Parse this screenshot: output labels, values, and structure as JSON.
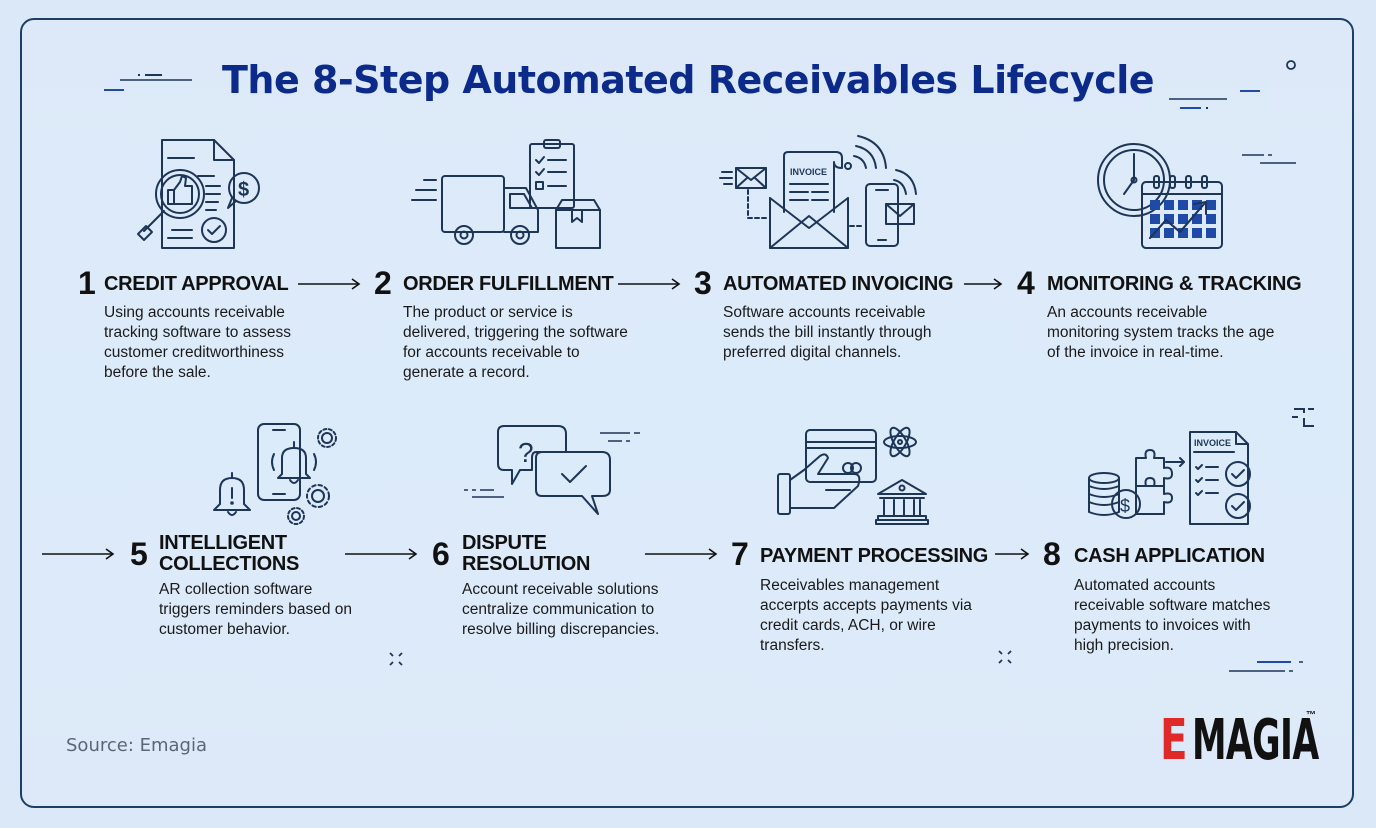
{
  "title": "The 8-Step Automated Receivables Lifecycle",
  "colors": {
    "title": "#0b2a8a",
    "frame_border": "#1d3f66",
    "background": "#dbe8f7",
    "icon_stroke": "#1d3557",
    "icon_accent": "#1f4aa8",
    "logo_accent": "#e02a2a"
  },
  "steps": [
    {
      "number": "1",
      "heading": "CREDIT APPROVAL",
      "description": "Using accounts receivable\ntracking software to assess\ncustomer creditworthiness\nbefore the sale.",
      "icon": "document-magnifier-thumbs-up-icon"
    },
    {
      "number": "2",
      "heading": "ORDER FULFILLMENT",
      "description": "The product or service is\ndelivered, triggering the software\nfor accounts receivable to\ngenerate a record.",
      "icon": "delivery-truck-clipboard-box-icon"
    },
    {
      "number": "3",
      "heading": "AUTOMATED INVOICING",
      "description": "Software accounts receivable\nsends the bill instantly through\npreferred digital channels.",
      "icon": "invoice-envelope-phone-icon",
      "icon_label": "INVOICE"
    },
    {
      "number": "4",
      "heading": "MONITORING & TRACKING",
      "description": "An accounts receivable\nmonitoring system tracks the age\nof the invoice in real-time.",
      "icon": "clock-calendar-trend-icon"
    },
    {
      "number": "5",
      "heading_line1": "INTELLIGENT",
      "heading_line2": "COLLECTIONS",
      "description": "AR collection software\ntriggers reminders based on\ncustomer behavior.",
      "icon": "phone-bell-gears-icon"
    },
    {
      "number": "6",
      "heading_line1": "DISPUTE",
      "heading_line2": "RESOLUTION",
      "description": "Account receivable solutions\ncentralize communication to\nresolve billing discrepancies.",
      "icon": "chat-bubbles-question-check-icon"
    },
    {
      "number": "7",
      "heading": "PAYMENT PROCESSING",
      "description": "Receivables management\naccerpts accepts payments via\ncredit cards, ACH, or wire\ntransfers.",
      "icon": "hand-card-bank-icon"
    },
    {
      "number": "8",
      "heading": "CASH APPLICATION",
      "description": "Automated accounts\nreceivable software matches\npayments to invoices with\nhigh precision.",
      "icon": "coins-puzzle-invoice-icon",
      "icon_label": "INVOICE"
    }
  ],
  "source": "Source: Emagia",
  "logo": {
    "first_letter": "E",
    "rest": "MAGIA",
    "trademark": "™"
  }
}
